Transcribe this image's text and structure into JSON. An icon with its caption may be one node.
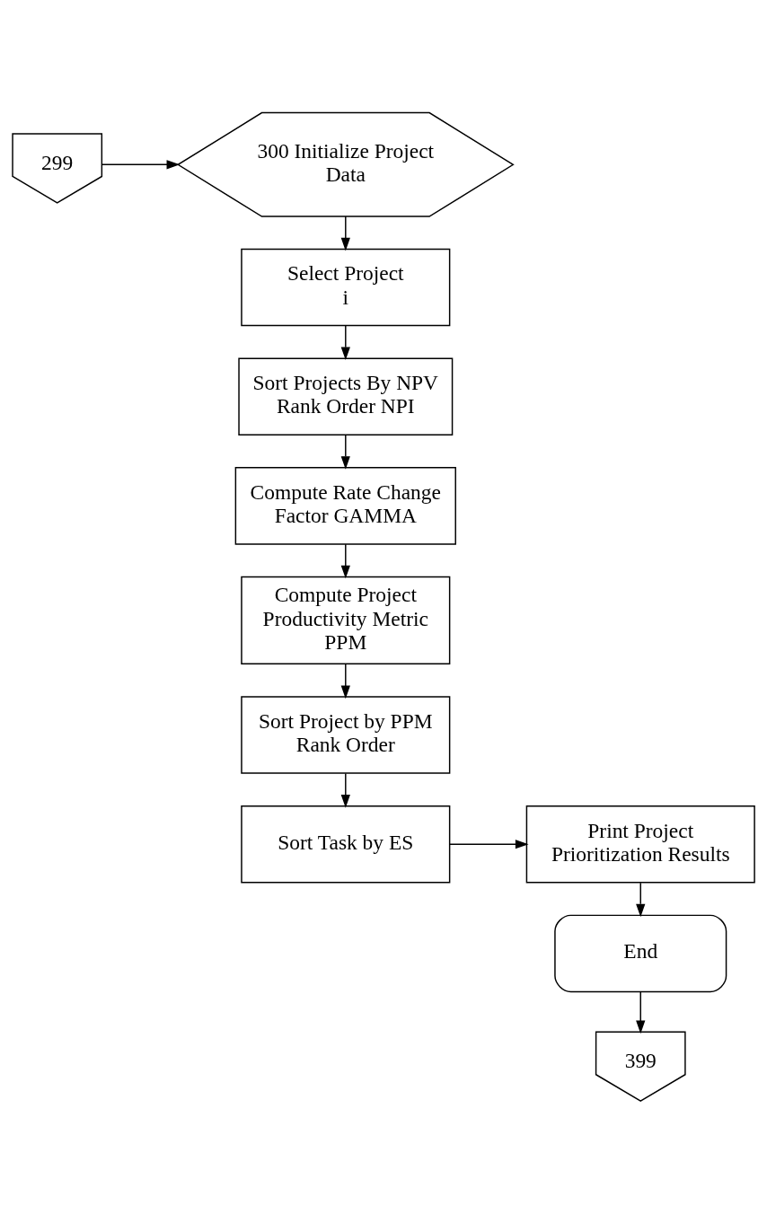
{
  "diagram": {
    "nodes": [
      {
        "text": [
          "300 Initialize Project Data"
        ]
      },
      {
        "text": [
          "299"
        ]
      },
      {
        "text": [
          "Select Project i"
        ]
      },
      {
        "text": [
          "Sort Projects By NPV Rank Order NPI"
        ]
      },
      {
        "text": [
          "Compute Rate Change Factor GAMMA"
        ]
      },
      {
        "text": [
          "Compute Project Productivity Metric PPM"
        ]
      },
      {
        "text": [
          "Sort Project by PPM Rank Order"
        ]
      },
      {
        "text": [
          "Sort Task by ES"
        ]
      },
      {
        "text": [
          "Print Project Prioritization Results"
        ]
      },
      {
        "text": [
          "End"
        ]
      },
      {
        "text": [
          "399"
        ]
      }
    ],
    "edges": [
      {
        "from": 1,
        "to": 0,
        "arrow": "to"
      },
      {
        "from": 0,
        "to": 2,
        "arrow": "to"
      },
      {
        "from": 2,
        "to": 3,
        "arrow": "to"
      },
      {
        "from": 3,
        "to": 4,
        "arrow": "to"
      },
      {
        "from": 4,
        "to": 5,
        "arrow": "to"
      },
      {
        "from": 5,
        "to": 6,
        "arrow": "to"
      },
      {
        "from": 6,
        "to": 7,
        "arrow": "to"
      },
      {
        "from": 7,
        "to": 8,
        "arrow": "to"
      },
      {
        "from": 8,
        "to": 9,
        "arrow": "to"
      },
      {
        "from": 9,
        "to": 10,
        "arrow": "to"
      }
    ]
  }
}
